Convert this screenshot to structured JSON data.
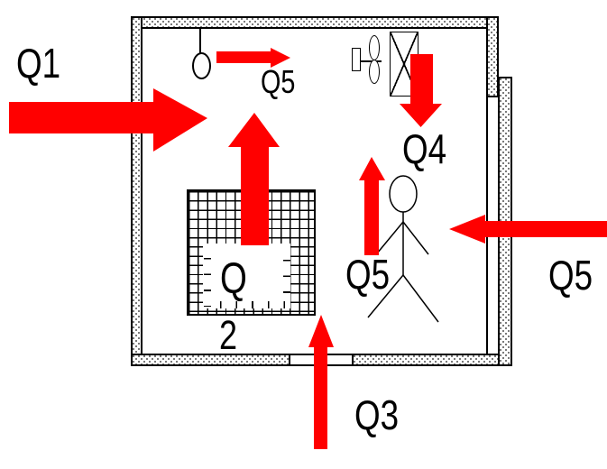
{
  "diagram": {
    "labels": {
      "q1": "Q1",
      "q2_letter": "Q",
      "q2_subscript": "2",
      "q3": "Q3",
      "q4": "Q4",
      "q5_ceiling": "Q5",
      "q5_person": "Q5",
      "q5_right": "Q5"
    },
    "colors": {
      "arrow_red": "#ff0000",
      "line_black": "#000000",
      "background": "#ffffff"
    },
    "flows": [
      {
        "label": "Q1",
        "direction": "right",
        "location": "through-left-wall"
      },
      {
        "label": "Q2",
        "direction": "up",
        "location": "from-radiator"
      },
      {
        "label": "Q3",
        "direction": "up",
        "location": "through-floor-opening"
      },
      {
        "label": "Q4",
        "direction": "down",
        "location": "from-ceiling-unit"
      },
      {
        "label": "Q5",
        "direction": "right",
        "location": "at-ceiling-lamp"
      },
      {
        "label": "Q5",
        "direction": "up",
        "location": "above-person"
      },
      {
        "label": "Q5",
        "direction": "left",
        "location": "through-right-wall"
      }
    ]
  }
}
